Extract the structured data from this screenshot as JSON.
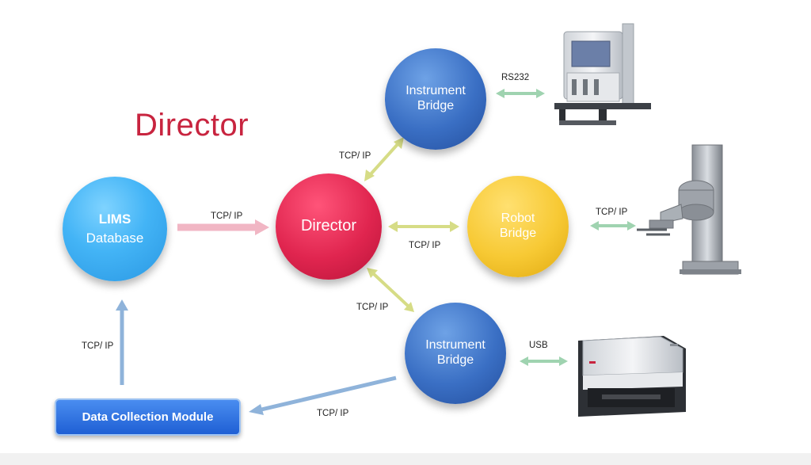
{
  "title": "Director",
  "nodes": {
    "lims": {
      "line1": "LIMS",
      "line2": "Database"
    },
    "director": {
      "label": "Director"
    },
    "instrument_bridge_top": {
      "line1": "Instrument",
      "line2": "Bridge"
    },
    "robot_bridge": {
      "line1": "Robot",
      "line2": "Bridge"
    },
    "instrument_bridge_bottom": {
      "line1": "Instrument",
      "line2": "Bridge"
    },
    "data_collection_module": {
      "label": "Data Collection Module"
    }
  },
  "connections": {
    "lims_to_director": "TCP/ IP",
    "director_to_ib_top": "TCP/ IP",
    "director_to_robot": "TCP/ IP",
    "director_to_ib_bottom": "TCP/ IP",
    "ib_bottom_to_dcm": "TCP/ IP",
    "dcm_to_lims": "TCP/ IP",
    "ib_top_to_instrument": "RS232",
    "robot_to_arm": "TCP/ IP",
    "ib_bottom_to_reader": "USB"
  },
  "colors": {
    "title": "#c8243f",
    "lims": "#43b4f6",
    "director": "#e0254f",
    "instrument_bridge": "#3a6fc4",
    "robot_bridge": "#f7c934",
    "arrow_pink": "#f1b6c4",
    "arrow_yellow_green": "#d6dc86",
    "arrow_green": "#9fd3b0",
    "arrow_blue": "#8fb3da"
  },
  "devices": [
    "liquid-handler-instrument",
    "robotic-arm",
    "plate-reader-instrument"
  ]
}
